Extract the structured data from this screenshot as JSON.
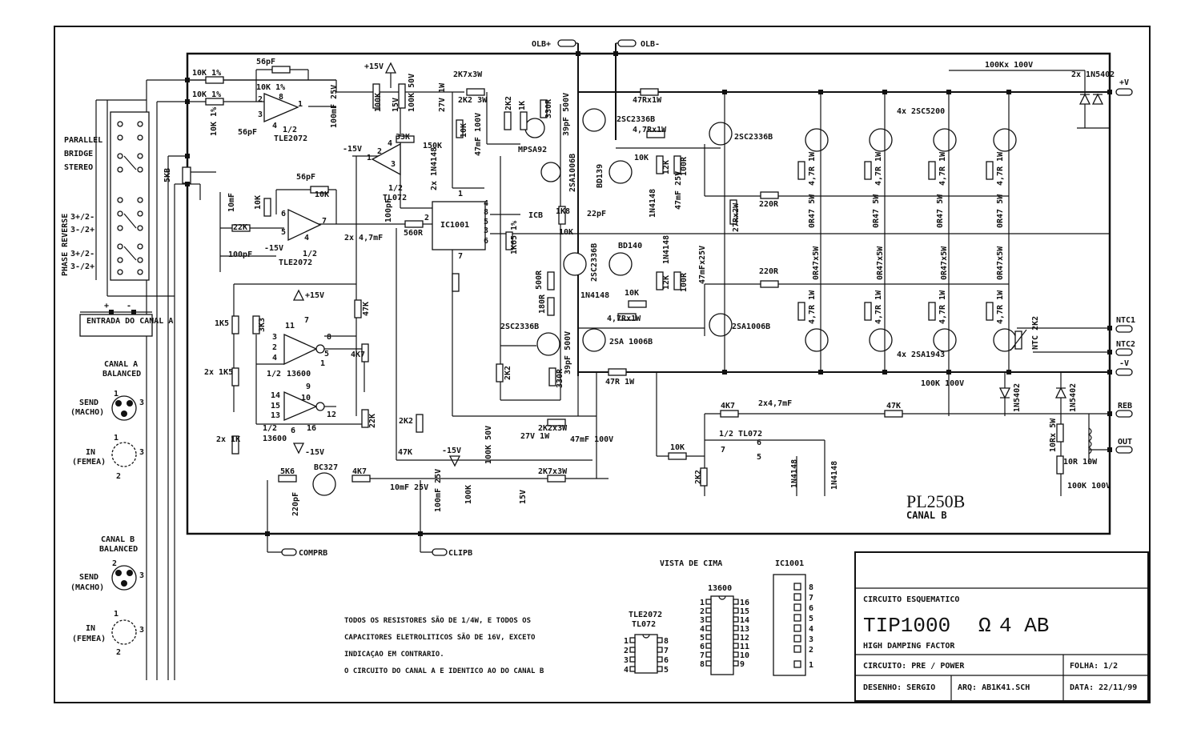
{
  "rails": {
    "olb_plus": "OLB+",
    "olb_minus": "OLB-",
    "pos_v": "+V",
    "neg_v": "-V",
    "ntc1": "NTC1",
    "ntc2": "NTC2",
    "reb": "REB",
    "out": "OUT",
    "comprb": "COMPRB",
    "clipb": "CLIPB",
    "p15v": "+15V",
    "m15v": "-15V"
  },
  "mode_switch": {
    "parallel": "PARALLEL",
    "bridge": "BRIDGE",
    "stereo": "STEREO",
    "phase_reverse": "PHASE REVERSE",
    "p1": "3+/2-",
    "p2": "3-/2+",
    "p3": "3+/2-",
    "p4": "3-/2+"
  },
  "inputs": {
    "entrada": "ENTRADA DO\nCANAL A",
    "plus": "+",
    "minus": "-",
    "canal_a": "CANAL A",
    "canal_b": "CANAL B",
    "balanced": "BALANCED",
    "send": "SEND",
    "macho": "(MACHO)",
    "in": "IN",
    "femea": "(FEMEA)",
    "pin1": "1",
    "pin2": "2",
    "pin3": "3"
  },
  "components": {
    "r10k1a": "10K 1%",
    "r10k1b": "10K 1%",
    "r10k1c": "10K 1%",
    "r10k1d": "10K 1%",
    "c56pa": "56pF",
    "c56pb": "56pF",
    "half": "1/2",
    "tle2072a": "TLE2072",
    "r5kb": "5KB",
    "c10mf": "10mF",
    "r10ka": "10K",
    "r10kb": "10K",
    "c56pc": "56pF",
    "r22k": "22K",
    "c100pf": "100pF",
    "tle2072b": "TLE2072",
    "c2x47": "2x 4,7mF",
    "c100pfb": "100pF",
    "r560": "560R",
    "c100mf25": "100mF\n25V",
    "r100k": "100K",
    "z15v": "15V",
    "r100k50": "100K\n50V",
    "z27v": "27V 1W",
    "r2k7x3w": "2K7x3W",
    "r2k2_3w": "2K2\n3W",
    "r33k": "33K",
    "r150k": "150K",
    "r10kc": "10K",
    "c47mf100": "47mF\n100V",
    "tl072a": "TL072",
    "d1n4148a": "2x\n1N4148",
    "ic1001": "IC1001",
    "r2k2a": "2K2",
    "r1k": "1K",
    "mpsa92": "MPSA92",
    "r330a": "330R",
    "c39pa": "39pF 500V",
    "q2sc2336a": "2SC2336B",
    "r47x1w": "47Rx1W",
    "r47x1wb": "4,7Rx1W",
    "q2sc2336b": "2SC2336B",
    "q2sa1006a": "2SA1006B",
    "bd139": "BD139",
    "c22pf": "22pF",
    "icb": "ICB",
    "r1k8": "1K8",
    "r1k65": "1K65\n1%",
    "r10kd": "10K",
    "q2sc2336c": "2SC2336B",
    "bd140": "BD140",
    "d1n4148b": "1N4148",
    "r10ke": "10K",
    "r12ka": "12K",
    "r100ra": "100R",
    "d1n4148c": "1N4148",
    "c47mf25a": "47mF\n25V",
    "r12kb": "12K",
    "d1n4148d": "1N4148",
    "r100rb": "100R",
    "c47mf25b": "47mFx25V",
    "r27r2w": "27Rx2W",
    "r220a": "220R",
    "r220b": "220R",
    "r500r": "500R",
    "r180r": "180R",
    "q2sc2336d": "2SC2336B",
    "r47x1wc": "4,7Rx1W",
    "q2sa1006b": "2SA 1006B",
    "q2sa1006c": "2SA1006B",
    "r2k2b": "2K2",
    "r330b": "330R",
    "c39pb": "39pF 500V",
    "r47r1w": "47R\n1W",
    "r10kf": "10K",
    "c100mf50": "100K 50V",
    "z27v1w": "27V\n1W",
    "r2k2x3w": "2K2x3W",
    "r2k7x3wb": "2K7x3W",
    "c100mf25b": "100mF\n25V",
    "r100kb": "100K",
    "z15vb": "15V",
    "bc327": "BC327",
    "r5k6": "5K6",
    "c220pf": "220pF",
    "r4k7a": "4K7",
    "c10mf25": "10mF\n25V",
    "r47ka": "47K",
    "r47kb": "47K",
    "r2k2c": "2K2",
    "r1k5": "1K5",
    "r3k3": "3K3",
    "r2x1k5": "2x\n1K5",
    "r4k7b": "4K7",
    "r22kb": "22K",
    "ota13600": "13600",
    "ota_half": "1/2",
    "r2x1k": "2x\n1K",
    "pn11": "11",
    "pn7": "7",
    "pn8": "8",
    "pn3": "3",
    "pn2": "2",
    "pn4": "4",
    "pn5": "5",
    "pn6": "6",
    "pn1": "1",
    "pn9": "9",
    "pn10": "10",
    "pn12": "12",
    "pn13": "13",
    "pn14": "14",
    "pn15": "15",
    "pn16": "16",
    "r4k7c": "4K7",
    "c2x47b": "2x4,7mF",
    "r47kc": "47K",
    "r10kg": "10K",
    "tl072b": "TL072",
    "r2k2d": "2K2",
    "d1n4148e": "1N4148",
    "d1n4148f": "1N4148",
    "r100kx100v": "100Kx 100V",
    "d2x1n5402": "2x\n1N5402",
    "q4x2sc5200": "4x\n2SC5200",
    "q4x2sa1943": "4x\n2SA1943",
    "r47r1w_e": "4,7R\n1W",
    "r0r47_5w": "0R47\n5W",
    "r0r47x5w": "0R47x5W",
    "ntc": "NTC\n2K2",
    "c100k100v": "100K\n100V",
    "d1n5402a": "1N5402",
    "d1n5402b": "1N5402",
    "r10rx5w": "10Rx 5W",
    "r10r10w": "10R\n10W",
    "c100k100vb": "100K\n100V"
  },
  "board": {
    "model": "PL250B",
    "channel": "CANAL B"
  },
  "notes": {
    "line1": "TODOS OS  RESISTORES  SÃO DE 1/4W,  E TODOS OS",
    "line2": "CAPACITORES ELETROLITICOS   SÃO DE 16V,  EXCETO",
    "line3": "INDICAÇAO  EM  CONTRARIO.",
    "line4": "O CIRCUITO  DO CANAL A  E IDENTICO AO DO CANAL B"
  },
  "pinouts": {
    "vista": "VISTA DE CIMA",
    "tle2072": "TLE2072",
    "tl072": "TL072",
    "ota": "13600",
    "ic": "IC1001"
  },
  "title_block": {
    "circuito_label": "CIRCUITO ESQUEMATICO",
    "title": "TIP1000",
    "omega": "Ω",
    "variant": "4 AB",
    "subtitle": "HIGH DAMPING FACTOR",
    "circuito": "CIRCUITO: PRE / POWER",
    "folha": "FOLHA: 1/2",
    "desenho": "DESENHO: SERGIO",
    "arq": "ARQ: AB1K41.SCH",
    "data": "DATA: 22/11/99"
  }
}
